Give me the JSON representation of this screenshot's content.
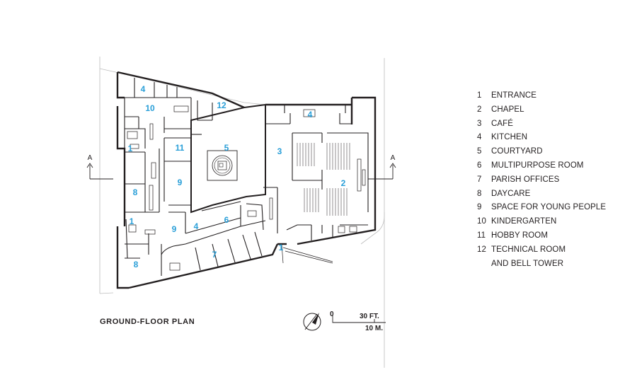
{
  "plan_title": "GROUND-FLOOR PLAN",
  "section_marks": {
    "left": "A",
    "right": "A"
  },
  "scale": {
    "zero": "0",
    "feet": "30 FT.",
    "meters": "10 M."
  },
  "room_labels": {
    "entrance_north": "1",
    "entrance_west": "1",
    "entrance_south": "1",
    "chapel": "2",
    "cafe": "3",
    "kitchen_north": "4",
    "kitchen_east": "4",
    "kitchen_south": "4",
    "courtyard": "5",
    "multipurpose": "6",
    "parish_offices": "7",
    "daycare_north": "8",
    "daycare_south": "8",
    "young_people_north": "9",
    "young_people_south": "9",
    "kindergarten": "10",
    "hobby_room": "11",
    "technical_room": "12"
  },
  "legend": [
    {
      "num": "1",
      "label": "ENTRANCE"
    },
    {
      "num": "2",
      "label": "CHAPEL"
    },
    {
      "num": "3",
      "label": "CAFÉ"
    },
    {
      "num": "4",
      "label": "KITCHEN"
    },
    {
      "num": "5",
      "label": "COURTYARD"
    },
    {
      "num": "6",
      "label": "MULTIPURPOSE ROOM"
    },
    {
      "num": "7",
      "label": "PARISH OFFICES"
    },
    {
      "num": "8",
      "label": "DAYCARE"
    },
    {
      "num": "9",
      "label": "SPACE FOR YOUNG PEOPLE"
    },
    {
      "num": "10",
      "label": "KINDERGARTEN"
    },
    {
      "num": "11",
      "label": "HOBBY ROOM"
    },
    {
      "num": "12",
      "label": "TECHNICAL ROOM\nAND BELL TOWER"
    }
  ],
  "colors": {
    "label_blue": "#2a9fd8",
    "ink": "#231f20",
    "site_line": "#bdbdbd"
  }
}
